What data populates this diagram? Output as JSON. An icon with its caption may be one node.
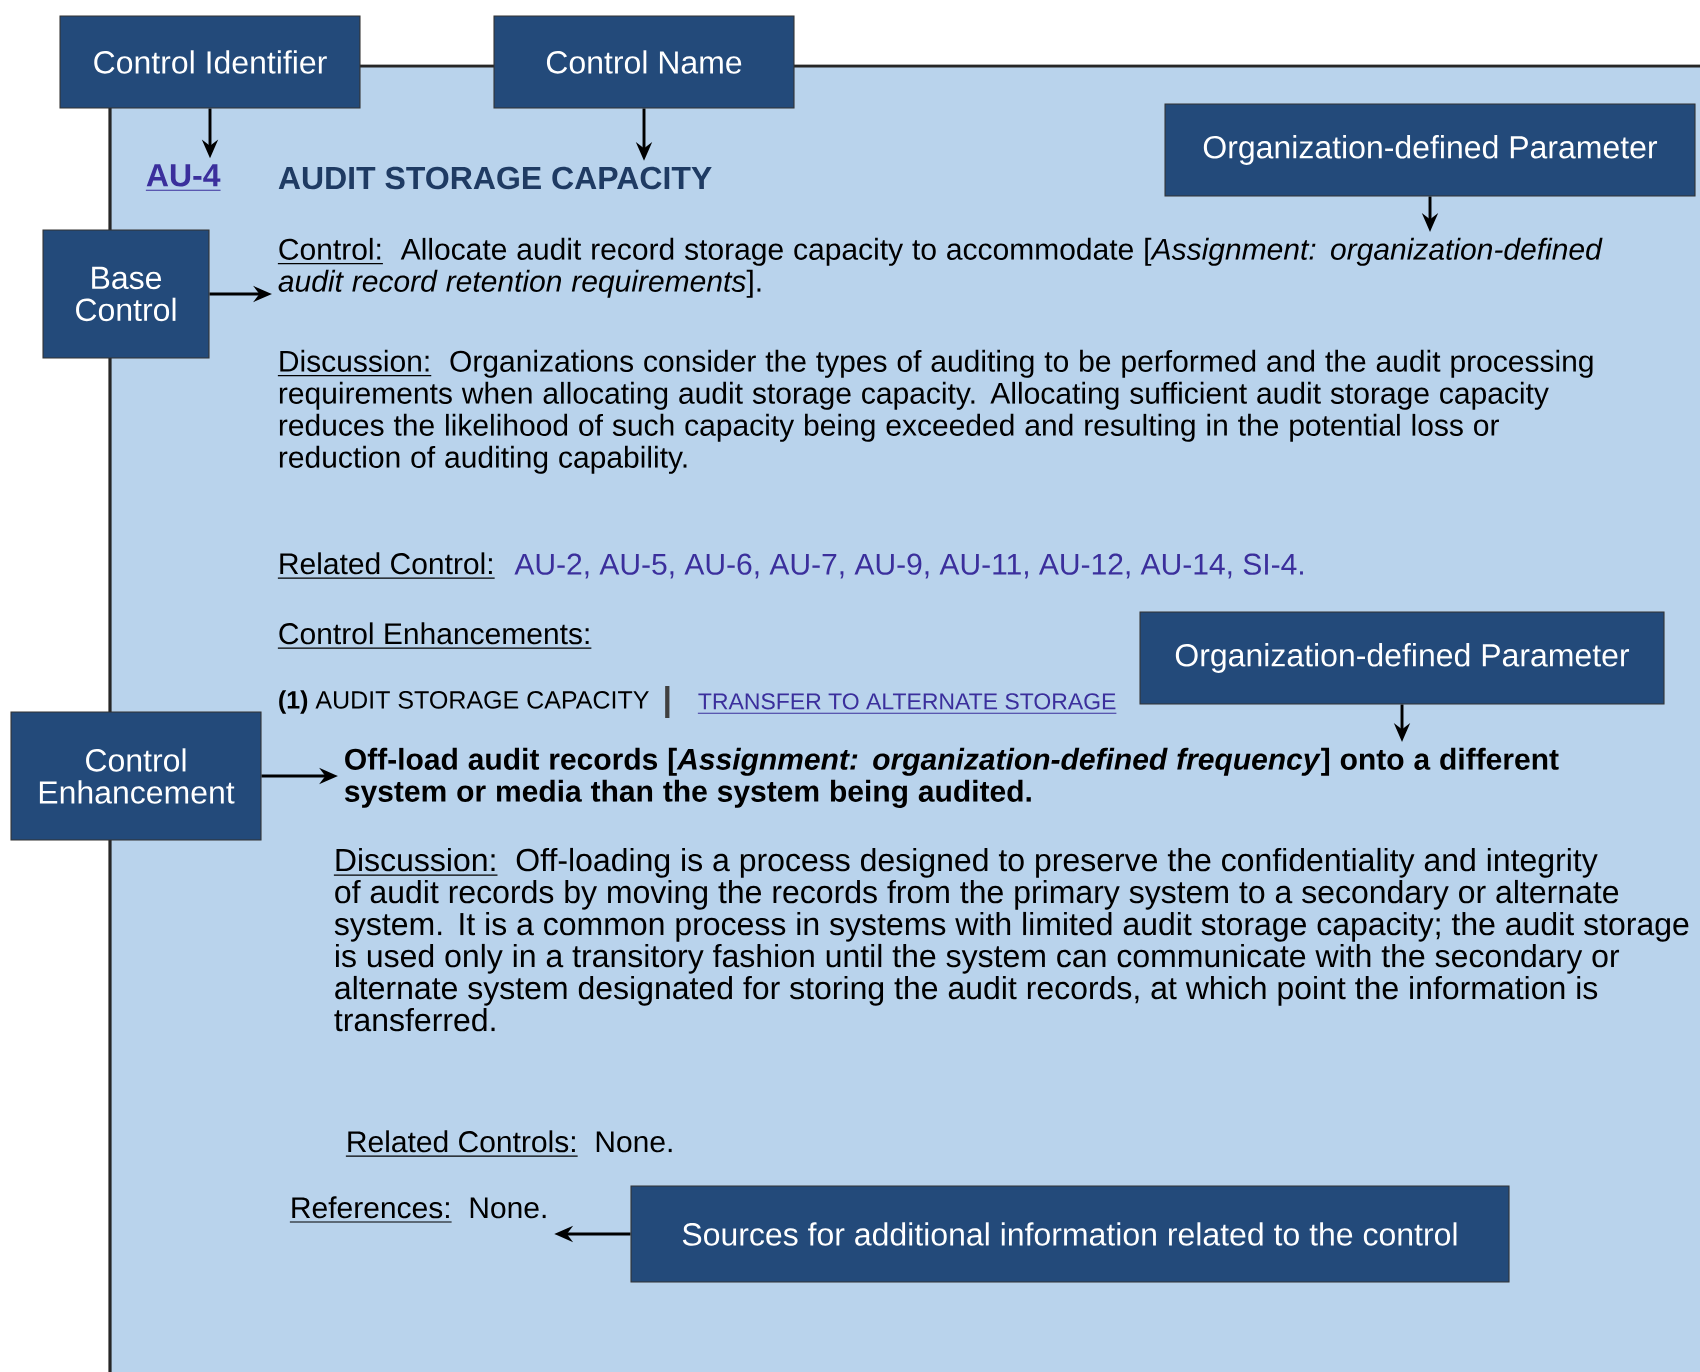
{
  "diagram": {
    "nodes": [
      {
        "text": [
          "Control Identifier"
        ]
      },
      {
        "text": [
          "Control Name"
        ]
      },
      {
        "text": [
          "AU-4"
        ]
      },
      {
        "text": [
          "AUDIT STORAGE CAPACITY"
        ]
      },
      {
        "text": [
          "Organization-defined Parameter"
        ]
      },
      {
        "text": [
          "Base Control"
        ]
      },
      {
        "text": [
          "Control:",
          "Allocate audit record storage capacity to accommodate [*Assignment: organization-defined audit record retention requirements*]."
        ]
      },
      {
        "text": [
          "Organization-defined Parameter"
        ]
      },
      {
        "text": [
          "Control Enhancement"
        ]
      },
      {
        "text": [
          "Off-load audit records [*Assignment: organization-defined frequency*] onto a different system or media than the system being audited."
        ]
      },
      {
        "text": [
          "References:",
          "None."
        ]
      },
      {
        "text": [
          "Sources for additional information related to the control"
        ]
      }
    ],
    "edges": [
      {
        "from": 0,
        "to": 2,
        "arrow": "to"
      },
      {
        "from": 1,
        "to": 3,
        "arrow": "to"
      },
      {
        "from": 4,
        "to": 6,
        "arrow": "to"
      },
      {
        "from": 5,
        "to": 6,
        "arrow": "to"
      },
      {
        "from": 7,
        "to": 9,
        "arrow": "to"
      },
      {
        "from": 8,
        "to": 9,
        "arrow": "to"
      },
      {
        "from": 11,
        "to": 10,
        "arrow": "to"
      }
    ],
    "labels": [
      "Discussion:",
      "Organizations consider the types of auditing to be performed and the audit processing requirements when allocating audit storage capacity. Allocating sufficient audit storage capacity reduces the likelihood of such capacity being exceeded and resulting in the potential loss or reduction of auditing capability.",
      "Related Control:",
      "AU-2, AU-5, AU-6, AU-7, AU-9, AU-11, AU-12, AU-14, SI-4.",
      "Control Enhancements:",
      "**(1)** AUDIT STORAGE CAPACITY",
      "TRANSFER TO ALTERNATE STORAGE",
      "Discussion:",
      "Off-loading is a process designed to preserve the confidentiality and integrity of audit records by moving the records from the primary system to a secondary or alternate system. It is a common process in systems with limited audit storage capacity; the audit storage is used only in a transitory fashion until the system can communicate with the secondary or alternate system designated for storing the audit records, at which point the information is transferred.",
      "Related Controls:",
      "None."
    ]
  }
}
